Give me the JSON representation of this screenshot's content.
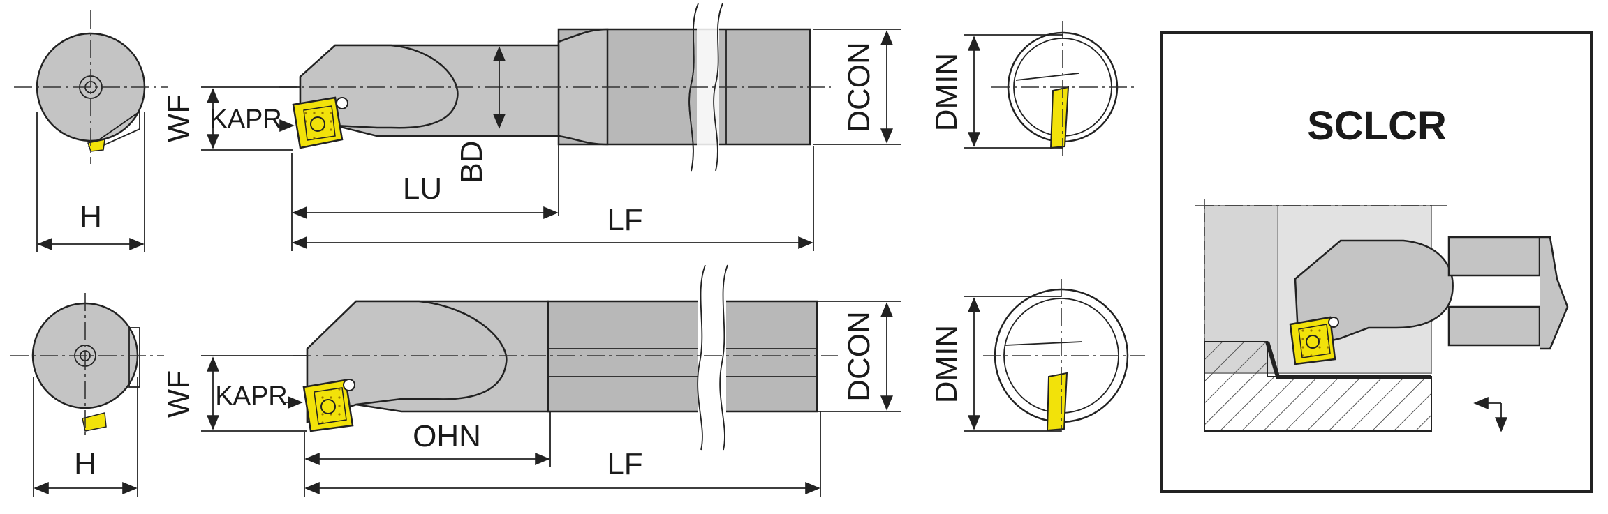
{
  "diagram": {
    "top_view": {
      "labels": {
        "h": "H",
        "wf": "WF",
        "kapr": "KAPR",
        "bd": "BD",
        "lu": "LU",
        "lf": "LF",
        "dcon": "DCON",
        "dmin": "DMIN"
      }
    },
    "bottom_view": {
      "labels": {
        "h": "H",
        "wf": "WF",
        "kapr": "KAPR",
        "ohn": "OHN",
        "lf": "LF",
        "dcon": "DCON",
        "dmin": "DMIN"
      }
    },
    "legend_box": {
      "title": "SCLCR"
    }
  },
  "colors": {
    "shank_gray": "#b8b8b8",
    "body_gray": "#c4c4c4",
    "insert_yellow": "#f2e20a",
    "bore_gray": "#d6d6d6",
    "outline": "#222222"
  }
}
